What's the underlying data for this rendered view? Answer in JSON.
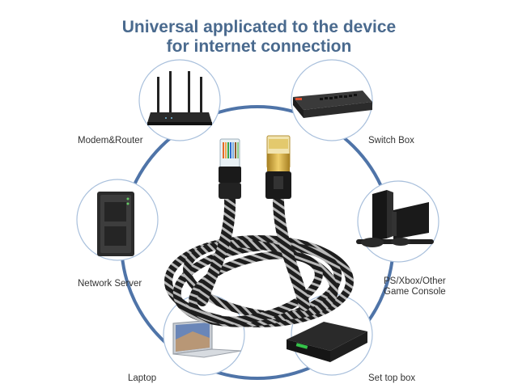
{
  "title": {
    "line1": "Universal applicated to the device",
    "line2": "for internet connection"
  },
  "devices": [
    {
      "id": "modem-router",
      "label": "Modem&Router",
      "icon": "router-icon"
    },
    {
      "id": "switch-box",
      "label": "Switch Box",
      "icon": "switch-icon"
    },
    {
      "id": "network-server",
      "label": "Network Server",
      "icon": "server-icon"
    },
    {
      "id": "game-console",
      "label": "PS/Xbox/Other Game Console",
      "label_line1": "PS/Xbox/Other",
      "label_line2": "Game Console",
      "icon": "game-console-icon"
    },
    {
      "id": "laptop",
      "label": "Laptop",
      "icon": "laptop-icon"
    },
    {
      "id": "set-top-box",
      "label": "Set top box",
      "icon": "set-top-box-icon"
    }
  ],
  "colors": {
    "title": "#4a6a8e",
    "ring": "#4f74a8",
    "thin_ring": "#a9c0dc",
    "cable_dark": "#1d1d1d",
    "cable_light": "#bdbdbd",
    "gold": "#c9a23c"
  }
}
